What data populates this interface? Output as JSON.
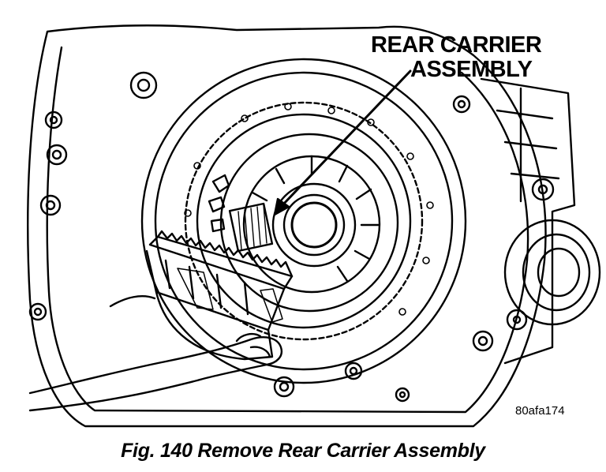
{
  "figure": {
    "callout_line1": "REAR CARRIER",
    "callout_line2": "ASSEMBLY",
    "drawing_code": "80afa174",
    "caption": "Fig. 140 Remove Rear Carrier Assembly"
  },
  "colors": {
    "ink": "#000000",
    "paper": "#ffffff"
  }
}
